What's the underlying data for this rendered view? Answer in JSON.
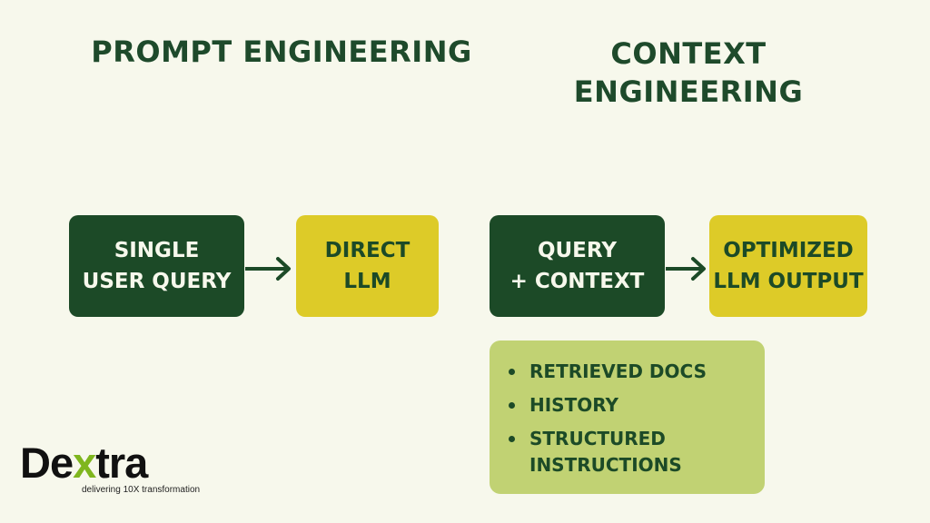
{
  "headings": {
    "prompt": "PROMPT ENGINEERING",
    "context": "CONTEXT\nENGINEERING"
  },
  "prompt_flow": {
    "input": "SINGLE\nUSER QUERY",
    "output": "DIRECT\nLLM"
  },
  "context_flow": {
    "input": "QUERY\n+ CONTEXT",
    "output": "OPTIMIZED\nLLM OUTPUT",
    "items": [
      "RETRIEVED DOCS",
      "HISTORY",
      "STRUCTURED\nINSTRUCTIONS"
    ]
  },
  "logo": {
    "word_start": "De",
    "word_x": "x",
    "word_end": "tra",
    "tagline": "delivering 10X transformation"
  },
  "colors": {
    "background": "#f7f8ec",
    "dark_green": "#1c4a27",
    "yellow": "#ddcb28",
    "light_green": "#c1d273",
    "logo_accent": "#7fb61e"
  }
}
